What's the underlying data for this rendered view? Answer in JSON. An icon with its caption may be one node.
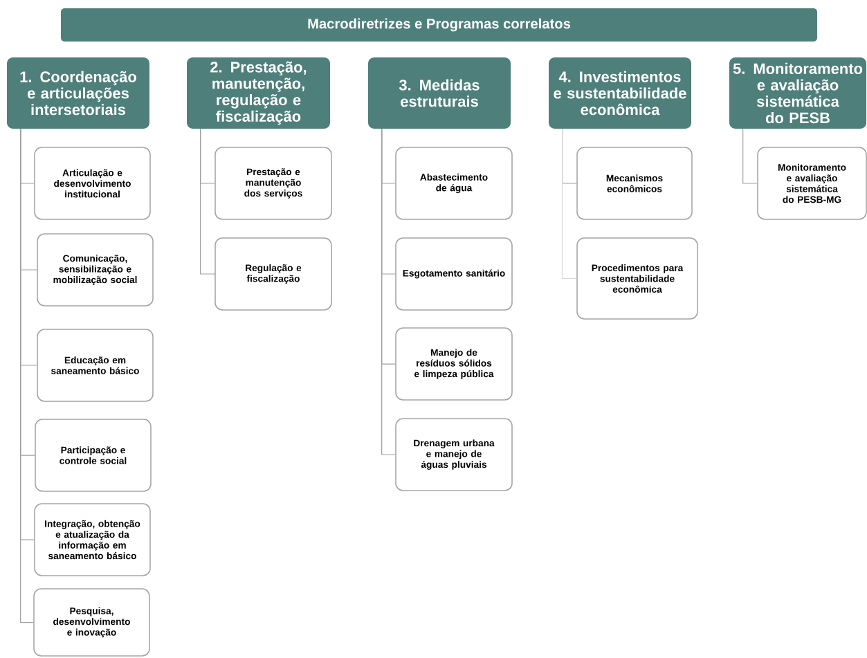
{
  "diagram": {
    "title": "Macrodiretrizes e Programas correlatos",
    "nodes": [
      {
        "text": [
          "1. Coordenação e articulações intersetoriais"
        ]
      },
      {
        "text": [
          "Articulação e desenvolvimento institucional"
        ]
      },
      {
        "text": [
          "Comunicação, sensibilização e mobilização social"
        ]
      },
      {
        "text": [
          "Educação em saneamento básico"
        ]
      },
      {
        "text": [
          "Participação e controle social"
        ]
      },
      {
        "text": [
          "Integração, obtenção e atualização da informação em saneamento básico"
        ]
      },
      {
        "text": [
          "Pesquisa, desenvolvimento e inovação"
        ]
      },
      {
        "text": [
          "2. Prestação, manutenção, regulação e fiscalização"
        ]
      },
      {
        "text": [
          "Prestação e manutenção dos serviços"
        ]
      },
      {
        "text": [
          "Regulação e fiscalização"
        ]
      },
      {
        "text": [
          "3. Medidas estruturais"
        ]
      },
      {
        "text": [
          "Abastecimento de água"
        ]
      },
      {
        "text": [
          "Esgotamento sanitário"
        ]
      },
      {
        "text": [
          "Manejo de resíduos sólidos e limpeza pública"
        ]
      },
      {
        "text": [
          "Drenagem urbana e manejo de águas pluviais"
        ]
      },
      {
        "text": [
          "4. Investimentos e sustentabilidade econômica"
        ]
      },
      {
        "text": [
          "Mecanismos econômicos"
        ]
      },
      {
        "text": [
          "Procedimentos para sustentabilidade econômica"
        ]
      },
      {
        "text": [
          "5. Monitoramento e avaliação sistemática do PESB"
        ]
      },
      {
        "text": [
          "Monitoramento e avaliação sistemática do PESB-MG"
        ]
      }
    ],
    "edges": [
      {
        "from": 0,
        "to": 1,
        "arrow": "none"
      },
      {
        "from": 0,
        "to": 2,
        "arrow": "none"
      },
      {
        "from": 0,
        "to": 3,
        "arrow": "none"
      },
      {
        "from": 0,
        "to": 4,
        "arrow": "none"
      },
      {
        "from": 0,
        "to": 5,
        "arrow": "none"
      },
      {
        "from": 0,
        "to": 6,
        "arrow": "none"
      },
      {
        "from": 7,
        "to": 8,
        "arrow": "none"
      },
      {
        "from": 7,
        "to": 9,
        "arrow": "none"
      },
      {
        "from": 10,
        "to": 11,
        "arrow": "none"
      },
      {
        "from": 10,
        "to": 12,
        "arrow": "none"
      },
      {
        "from": 10,
        "to": 13,
        "arrow": "none"
      },
      {
        "from": 10,
        "to": 14,
        "arrow": "none"
      },
      {
        "from": 15,
        "to": 16,
        "arrow": "none"
      },
      {
        "from": 15,
        "to": 17,
        "arrow": "none",
        "color": "#d9d9d9"
      },
      {
        "from": 18,
        "to": 19,
        "arrow": "none"
      }
    ]
  }
}
